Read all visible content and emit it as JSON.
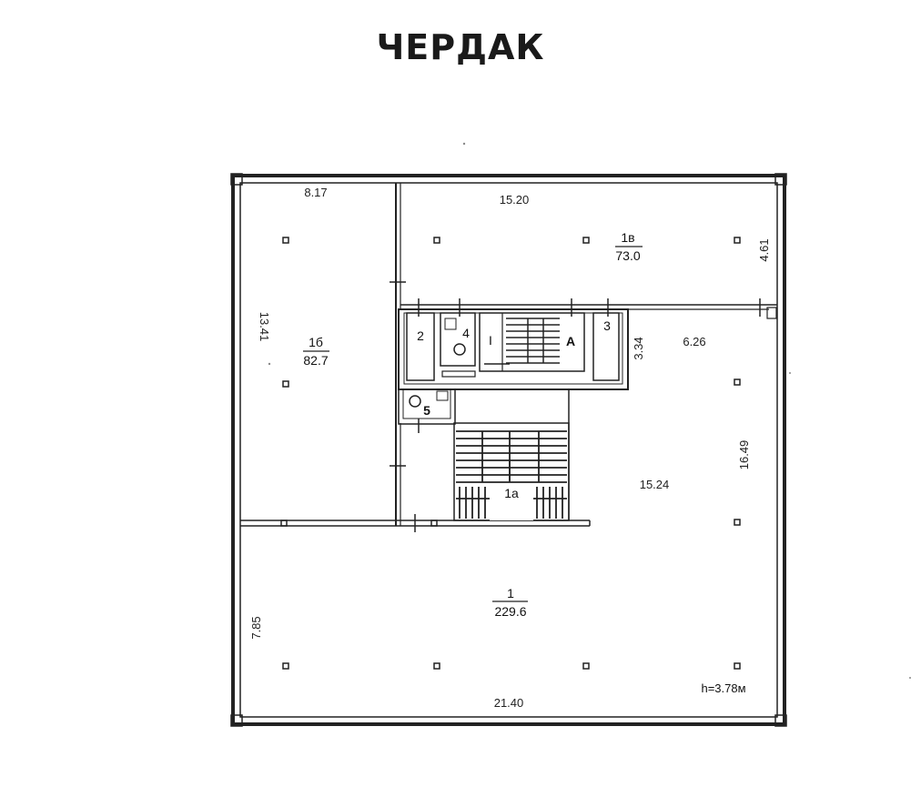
{
  "title": "ЧЕРДАК",
  "dimensions": {
    "left_room_width": "8.17",
    "top_room_width": "15.20",
    "top_room_height": "4.61",
    "left_room_height": "13.41",
    "core_height": "3.34",
    "right_top_width": "6.26",
    "right_height": "16.49",
    "right_width": "15.24",
    "bottom_left_height": "7.85",
    "bottom_width": "21.40",
    "ceiling_height": "h=3.78м"
  },
  "rooms": {
    "r1v": {
      "number": "1в",
      "area": "73.0"
    },
    "r1b": {
      "number": "1б",
      "area": "82.7"
    },
    "r1": {
      "number": "1",
      "area": "229.6"
    },
    "r1a": {
      "number": "1а"
    },
    "r2": {
      "number": "2"
    },
    "r3": {
      "number": "3"
    },
    "r4": {
      "number": "4"
    },
    "r5": {
      "number": "5"
    },
    "rI": {
      "number": "I"
    },
    "rA": {
      "number": "А"
    }
  }
}
